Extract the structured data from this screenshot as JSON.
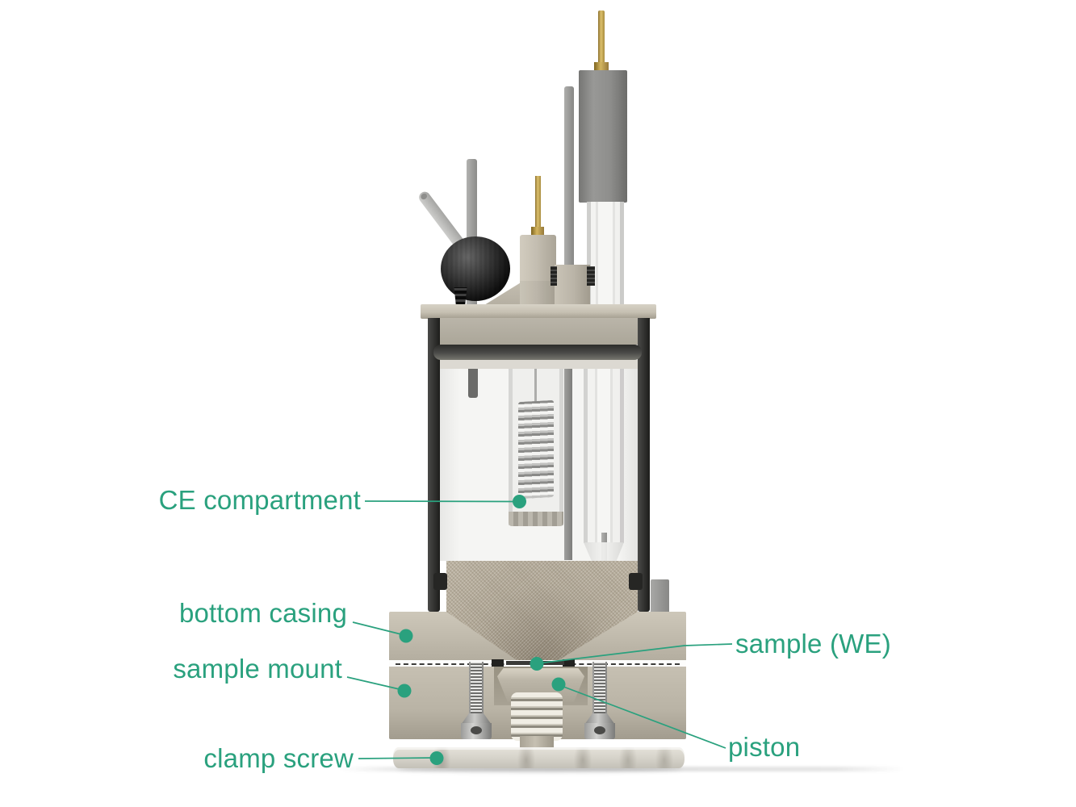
{
  "diagram": {
    "labels": {
      "ce_compartment": "CE compartment",
      "bottom_casing": "bottom casing",
      "sample_mount": "sample mount",
      "clamp_screw": "clamp screw",
      "sample_we": "sample (WE)",
      "piston": "piston"
    },
    "colors": {
      "accent": "#2aa17e",
      "background": "#ffffff"
    }
  }
}
